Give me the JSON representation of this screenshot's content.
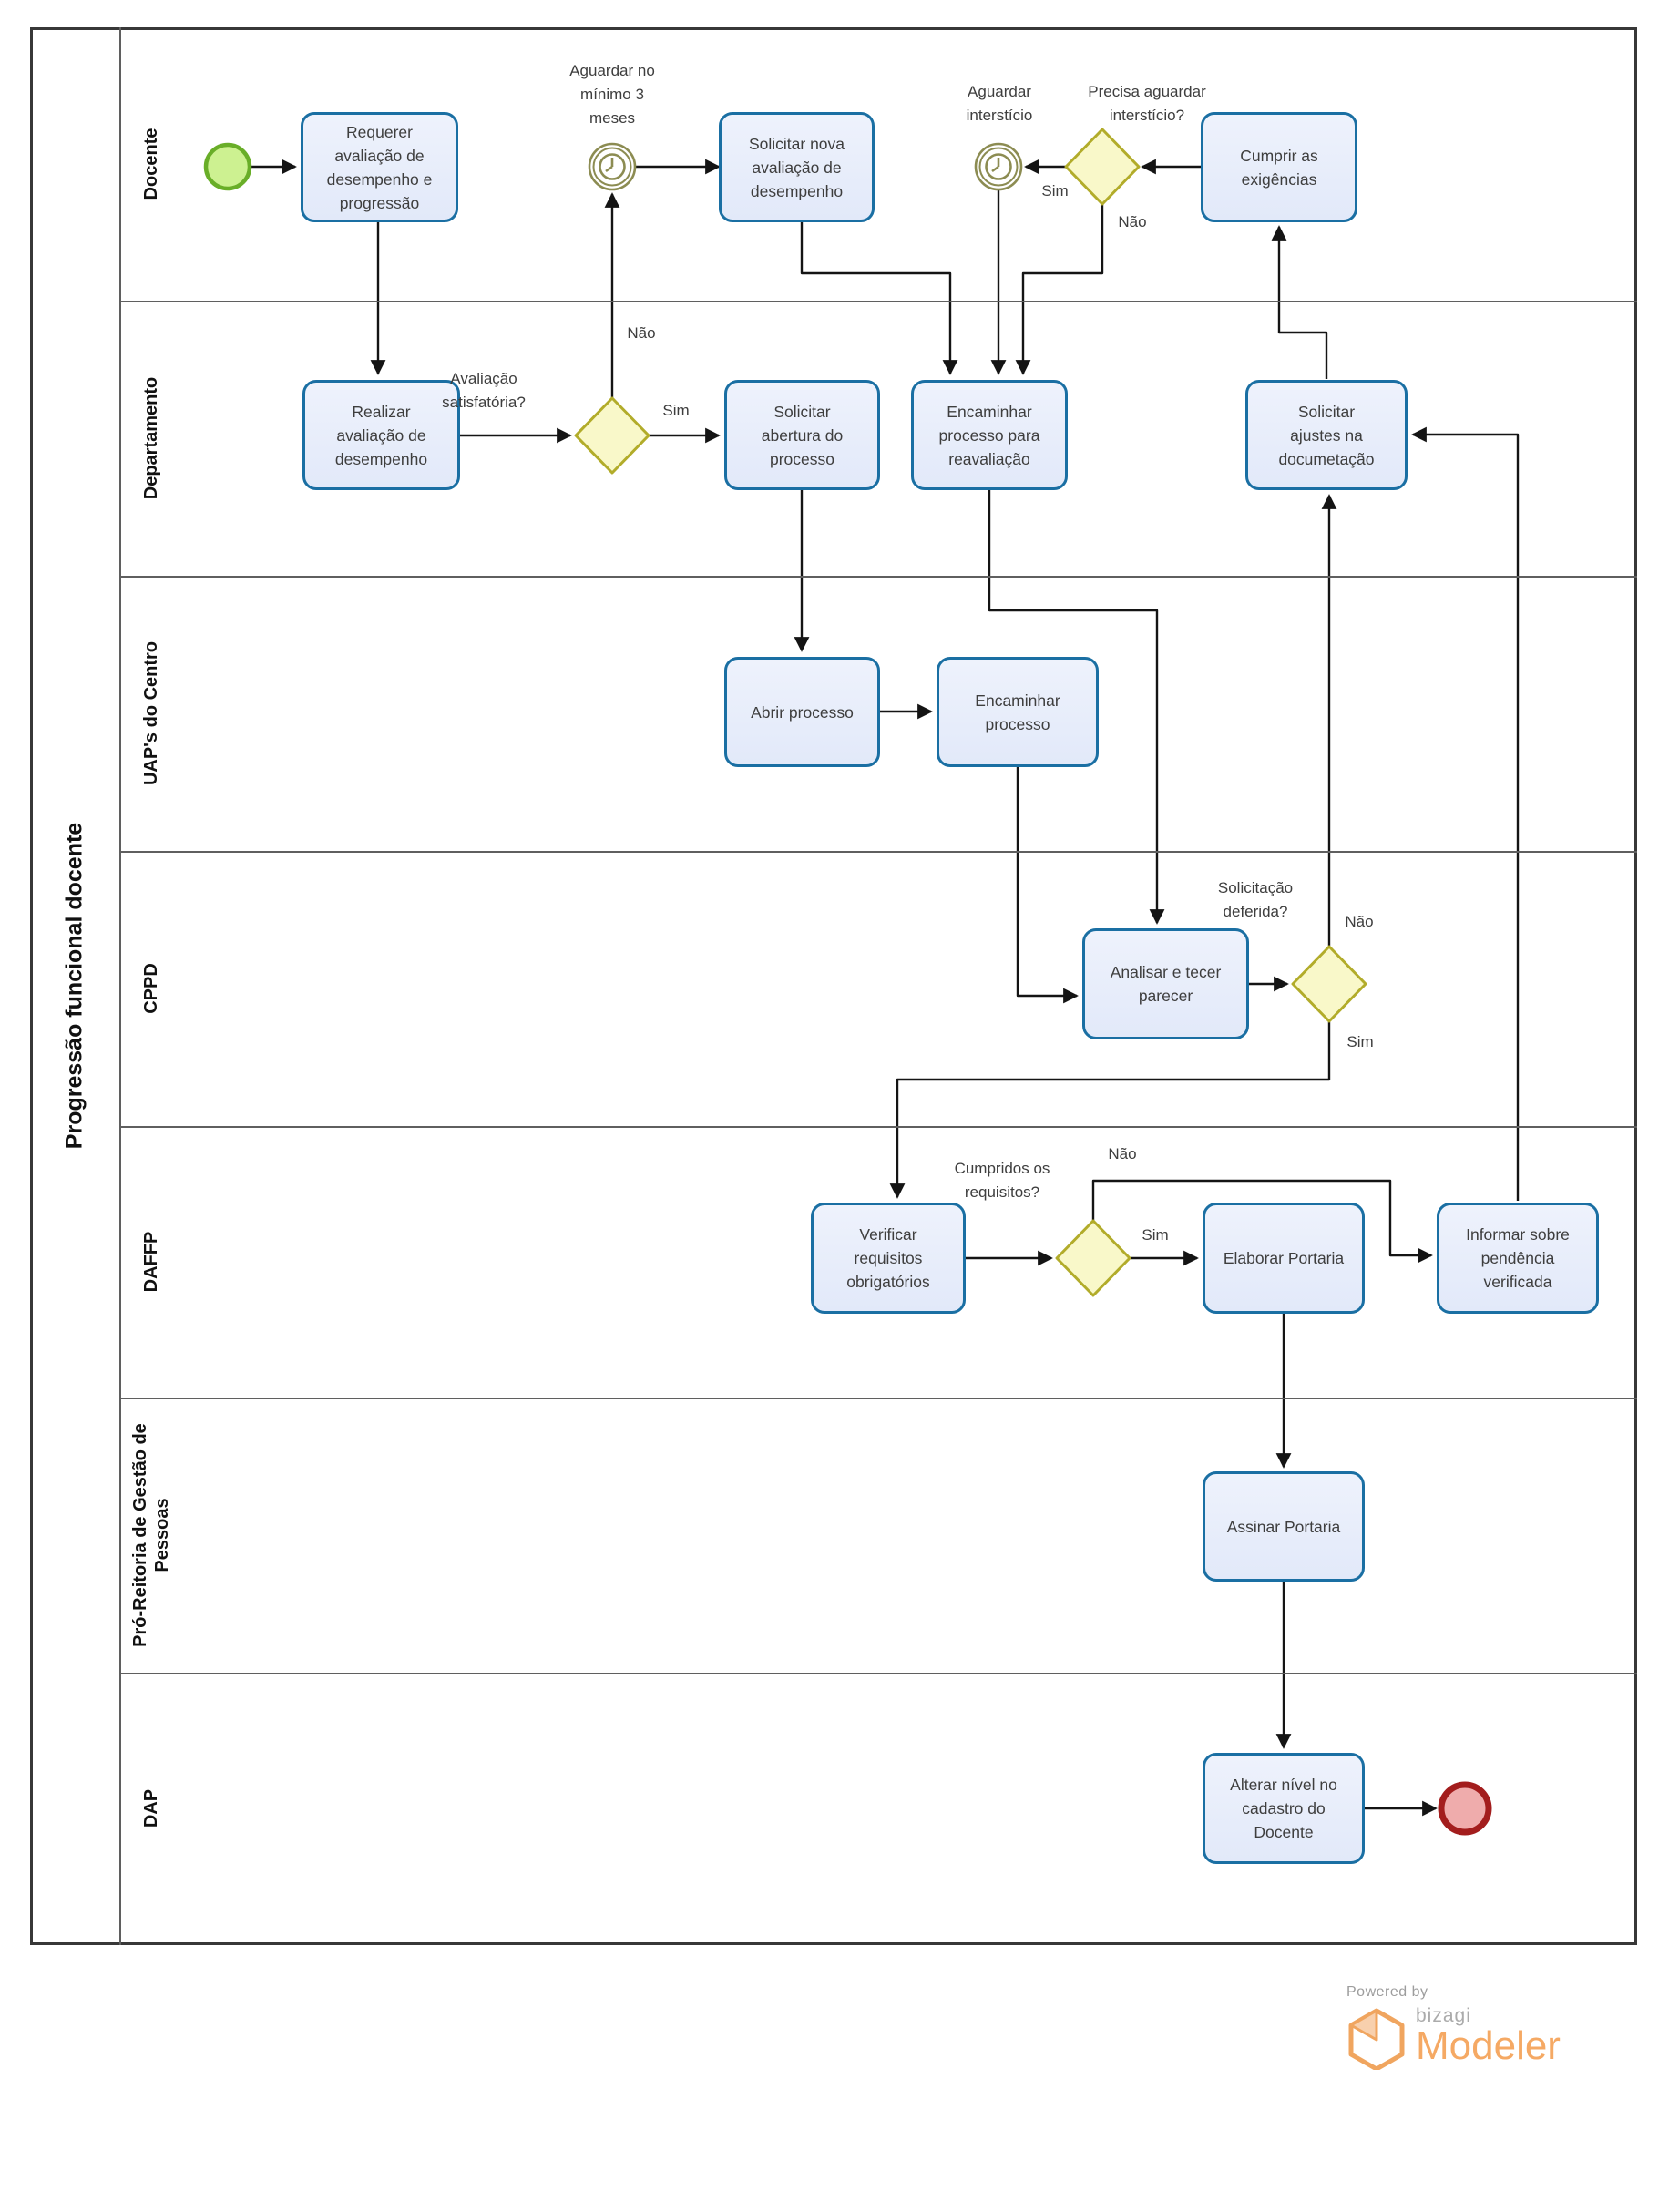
{
  "pool": {
    "title": "Progressão funcional docente"
  },
  "lanes": [
    {
      "label": "Docente"
    },
    {
      "label": "Departamento"
    },
    {
      "label": "UAP's do Centro"
    },
    {
      "label": "CPPD"
    },
    {
      "label": "DAFFP"
    },
    {
      "label": "Pró-Reitoria de Gestão de\nPessoas"
    },
    {
      "label": "DAP"
    }
  ],
  "tasks": {
    "requerer": {
      "label": "Requerer\navaliação de\ndesempenho e\nprogressão"
    },
    "solicitar_nova": {
      "label": "Solicitar nova\navaliação de\ndesempenho"
    },
    "cumprir": {
      "label": "Cumprir as\nexigências"
    },
    "realizar": {
      "label": "Realizar\navaliação de\ndesempenho"
    },
    "solicitar_abertura": {
      "label": "Solicitar\nabertura do\nprocesso"
    },
    "encaminhar_reav": {
      "label": "Encaminhar\nprocesso para\nreavaliação"
    },
    "solicitar_ajustes": {
      "label": "Solicitar\najustes na\ndocumetação"
    },
    "abrir": {
      "label": "Abrir processo"
    },
    "encaminhar_proc": {
      "label": "Encaminhar\nprocesso"
    },
    "analisar": {
      "label": "Analisar e tecer\nparecer"
    },
    "verificar": {
      "label": "Verificar\nrequisitos\nobrigatórios"
    },
    "elaborar": {
      "label": "Elaborar Portaria"
    },
    "informar": {
      "label": "Informar sobre\npendência\nverificada"
    },
    "assinar": {
      "label": "Assinar Portaria"
    },
    "alterar": {
      "label": "Alterar nível no\ncadastro do\nDocente"
    }
  },
  "events": {
    "timer_minimo": {
      "label": "Aguardar no\nmínimo 3\nmeses"
    },
    "timer_intersticio": {
      "label": "Aguardar\ninterstício"
    }
  },
  "gateways": {
    "avaliacao": {
      "label": "Avaliação\nsatisfatória?"
    },
    "precisa": {
      "label": "Precisa aguardar\ninterstício?"
    },
    "deferida": {
      "label": "Solicitação\ndeferida?"
    },
    "cumpridos": {
      "label": "Cumpridos os\nrequisitos?"
    }
  },
  "edge_labels": {
    "avaliacao_sim": "Sim",
    "avaliacao_nao": "Não",
    "precisa_sim": "Sim",
    "precisa_nao": "Não",
    "deferida_sim": "Sim",
    "deferida_nao": "Não",
    "cumpridos_sim": "Sim",
    "cumpridos_nao": "Não"
  },
  "footer": {
    "powered_by": "Powered by",
    "brand": "bizagi",
    "product": "Modeler"
  },
  "colors": {
    "task_fill": "#e8edfa",
    "task_border": "#1a6fa3",
    "gateway_fill": "#f9f8c9",
    "gateway_border": "#b2ac2a",
    "start_fill": "#cdf191",
    "start_border": "#69ae28",
    "end_fill": "#efacac",
    "end_border": "#a31d1d",
    "timer": "#8c8c52",
    "connector": "#141414",
    "brand_orange": "#f5a964",
    "brand_gray": "#ababab"
  }
}
